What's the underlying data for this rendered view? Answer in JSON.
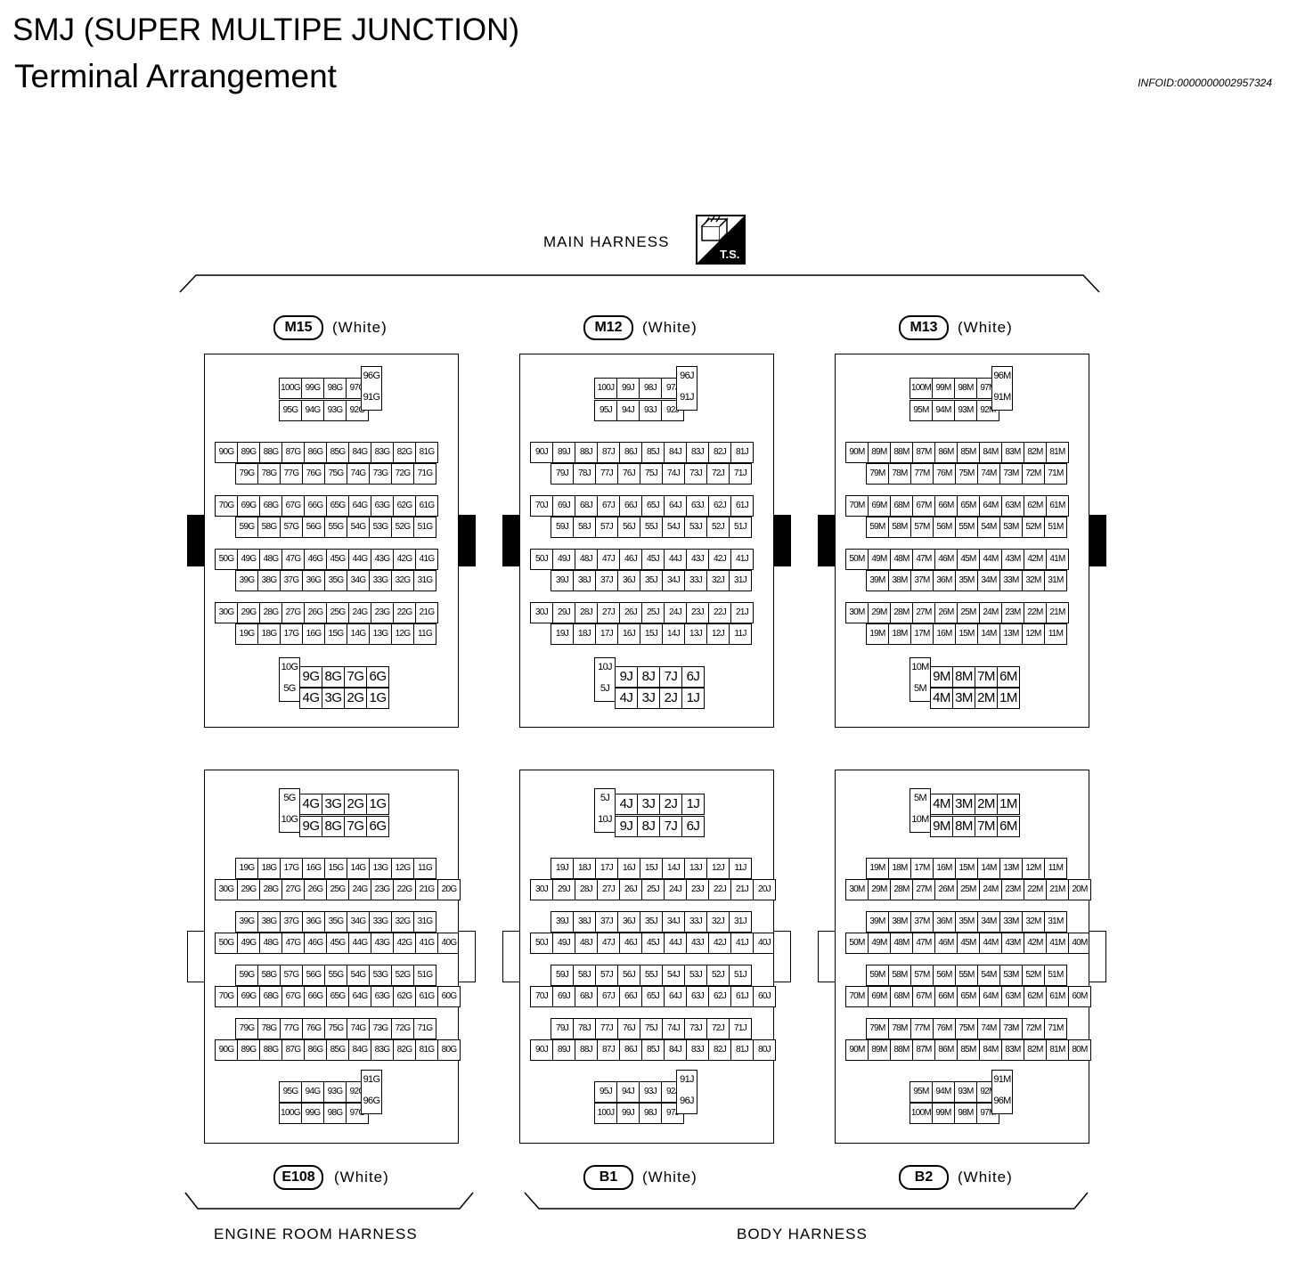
{
  "title": "SMJ (SUPER MULTIPE JUNCTION)",
  "subtitle": "Terminal Arrangement",
  "info_id": "INFOID:0000000002957324",
  "harness_labels": {
    "main": "MAIN HARNESS",
    "engine_room": "ENGINE ROOM HARNESS",
    "body": "BODY HARNESS"
  },
  "ts_icon": {
    "label": "T.S.",
    "icon": "ts-test-symbol-icon"
  },
  "connectors": [
    {
      "id": "M15",
      "color": "(White)",
      "suffix": "G",
      "side": "male"
    },
    {
      "id": "M12",
      "color": "(White)",
      "suffix": "J",
      "side": "male"
    },
    {
      "id": "M13",
      "color": "(White)",
      "suffix": "M",
      "side": "male"
    },
    {
      "id": "E108",
      "color": "(White)",
      "suffix": "G",
      "side": "female"
    },
    {
      "id": "B1",
      "color": "(White)",
      "suffix": "J",
      "side": "female"
    },
    {
      "id": "B2",
      "color": "(White)",
      "suffix": "M",
      "side": "female"
    }
  ]
}
